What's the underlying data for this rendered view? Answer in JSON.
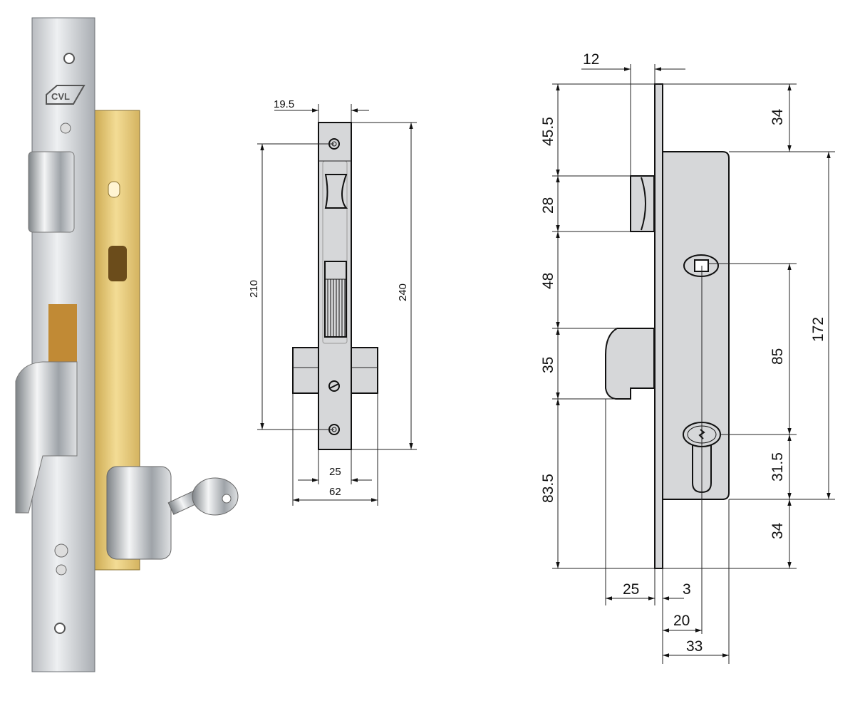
{
  "photo": {
    "brand_logo": "CVL"
  },
  "front_view": {
    "dimensions": {
      "faceplate_width": "19.5",
      "screw_spacing": "210",
      "total_length": "240",
      "case_width": "25",
      "cylinder_length": "62"
    }
  },
  "side_view": {
    "dimensions": {
      "latch_projection": "12",
      "top_to_latch": "45.5",
      "latch_height": "28",
      "latch_to_hook": "48",
      "hook_height": "35",
      "hook_to_bottom": "83.5",
      "top_to_case": "34",
      "handle_to_cylinder": "85",
      "cylinder_to_case_bottom": "31.5",
      "case_bottom_to_end": "34",
      "case_height": "172",
      "hook_projection": "25",
      "faceplate_thickness": "3",
      "backset": "20",
      "case_depth": "33"
    }
  },
  "colors": {
    "brass": "#e6c777",
    "steel": "#d6d7d9",
    "line": "#111111"
  }
}
